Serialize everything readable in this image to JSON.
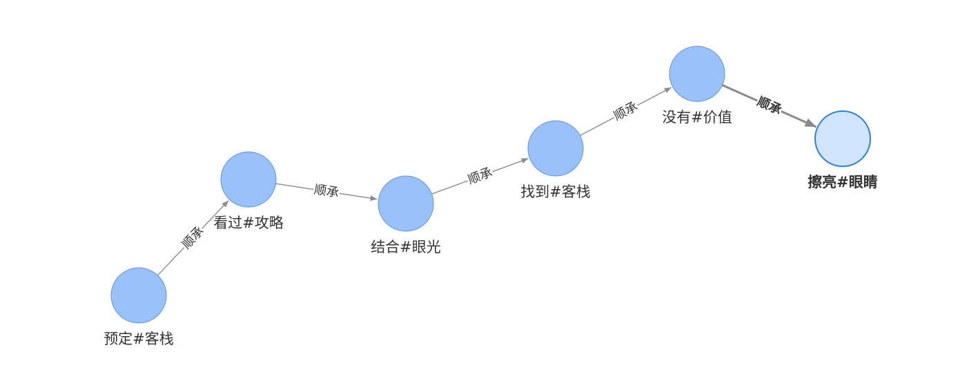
{
  "graph": {
    "nodes": [
      {
        "id": "n1",
        "label": "预定#客栈",
        "selected": false
      },
      {
        "id": "n2",
        "label": "看过#攻略",
        "selected": false
      },
      {
        "id": "n3",
        "label": "结合#眼光",
        "selected": false
      },
      {
        "id": "n4",
        "label": "找到#客栈",
        "selected": false
      },
      {
        "id": "n5",
        "label": "没有#价值",
        "selected": false
      },
      {
        "id": "n6",
        "label": "擦亮#眼睛",
        "selected": true
      }
    ],
    "edges": [
      {
        "from": "n1",
        "to": "n2",
        "label": "顺承",
        "selected": false
      },
      {
        "from": "n2",
        "to": "n3",
        "label": "顺承",
        "selected": false
      },
      {
        "from": "n3",
        "to": "n4",
        "label": "顺承",
        "selected": false
      },
      {
        "from": "n4",
        "to": "n5",
        "label": "顺承",
        "selected": false
      },
      {
        "from": "n5",
        "to": "n6",
        "label": "顺承",
        "selected": true
      }
    ],
    "colors": {
      "node_fill": "#99c2fb",
      "node_stroke": "#5b8ff0",
      "selected_fill": "#d0e4fc",
      "selected_stroke": "#2f7ee0",
      "edge": "#8c8c8c"
    }
  }
}
